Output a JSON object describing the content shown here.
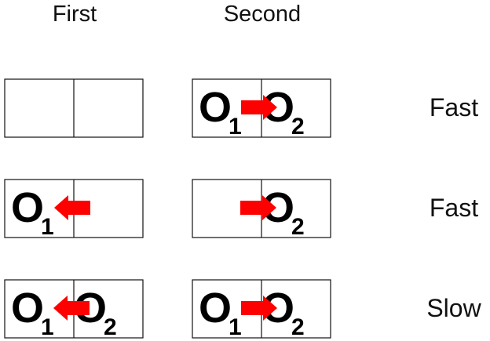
{
  "headers": {
    "first": "First",
    "second": "Second"
  },
  "rows": [
    {
      "speed": "Fast",
      "first": {
        "left_object": null,
        "right_object": null,
        "arrow": null
      },
      "second": {
        "left_object": {
          "letter": "O",
          "sub": "1"
        },
        "right_object": {
          "letter": "O",
          "sub": "2"
        },
        "arrow": "right"
      }
    },
    {
      "speed": "Fast",
      "first": {
        "left_object": {
          "letter": "O",
          "sub": "1"
        },
        "right_object": null,
        "arrow": "left"
      },
      "second": {
        "left_object": null,
        "right_object": {
          "letter": "O",
          "sub": "2"
        },
        "arrow": "right"
      }
    },
    {
      "speed": "Slow",
      "first": {
        "left_object": {
          "letter": "O",
          "sub": "1"
        },
        "right_object": {
          "letter": "O",
          "sub": "2"
        },
        "arrow": "left"
      },
      "second": {
        "left_object": {
          "letter": "O",
          "sub": "1"
        },
        "right_object": {
          "letter": "O",
          "sub": "2"
        },
        "arrow": "right"
      }
    }
  ],
  "colors": {
    "arrow": "#ff0000",
    "border": "#111111",
    "text": "#000000"
  }
}
